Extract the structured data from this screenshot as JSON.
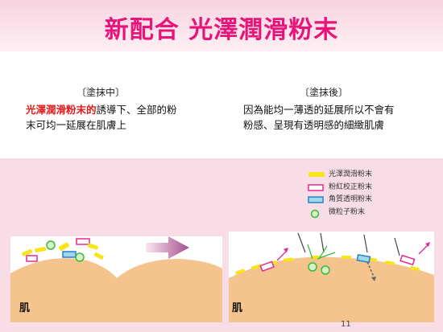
{
  "slide": {
    "title": "新配合 光澤潤滑粉末",
    "left": {
      "heading": "〔塗抹中〕",
      "highlight": "光澤潤滑粉末的",
      "text_rest_line1": "誘導下、全部的粉",
      "text_line2": "末可均一延展在肌膚上"
    },
    "right": {
      "heading": "〔塗抹後〕",
      "text_line1": "因為能均一薄透的延展所以不會有",
      "text_line2": "粉感、呈現有透明感的細緻肌膚"
    },
    "legend": [
      {
        "label": "光澤潤滑粉末",
        "color": "#f7e51a",
        "shape": "yellow-bar"
      },
      {
        "label": "粉紅校正粉末",
        "color": "#e8288e",
        "shape": "pink-box"
      },
      {
        "label": "角質透明粉末",
        "color": "#3aa0d8",
        "shape": "blue-box"
      },
      {
        "label": "微粒子粉末",
        "color": "#3cb83c",
        "shape": "green-circle"
      }
    ],
    "skin_label_left": "肌",
    "skin_label_right": "肌",
    "page_number": "11"
  }
}
